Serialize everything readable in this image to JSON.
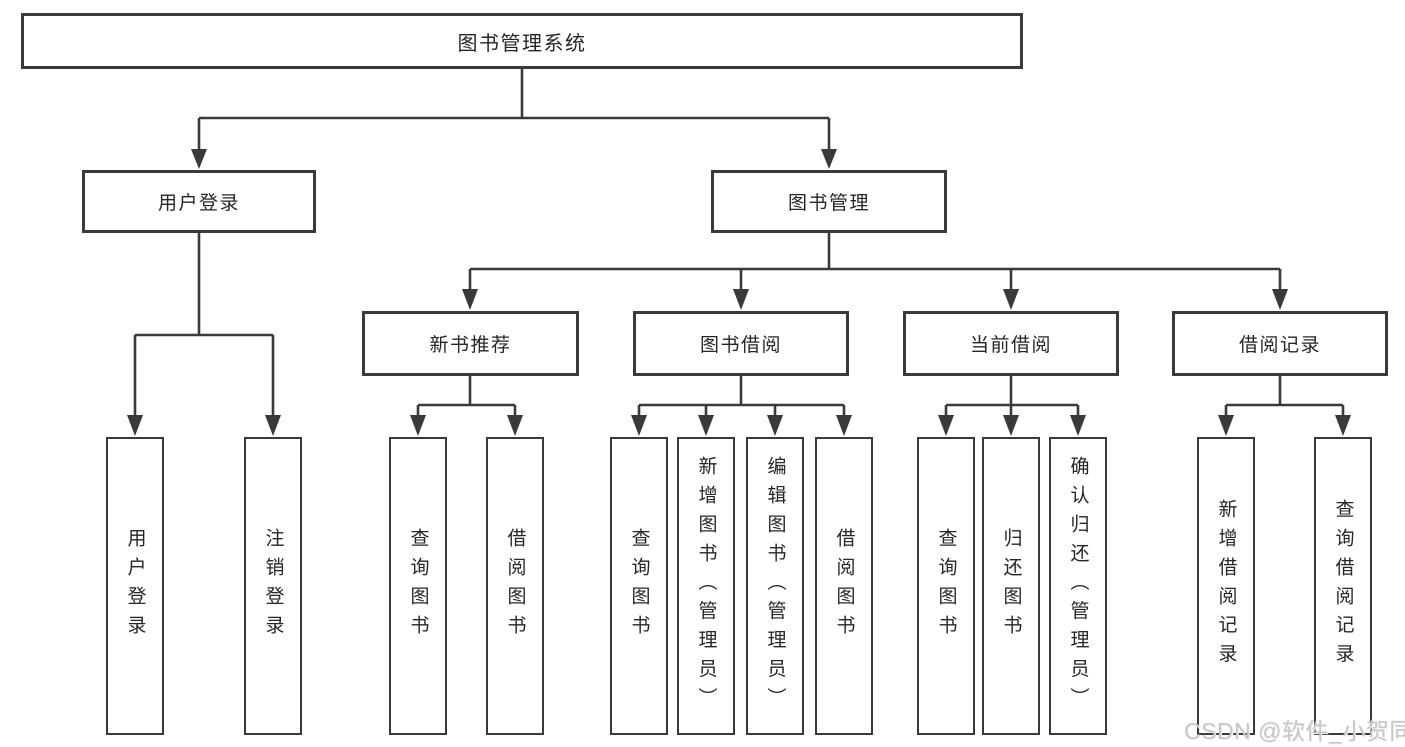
{
  "tree": {
    "root": {
      "label": "图书管理系统",
      "children": [
        {
          "label": "用户登录",
          "children": [
            {
              "label": "用户登录"
            },
            {
              "label": "注销登录"
            }
          ]
        },
        {
          "label": "图书管理",
          "children": [
            {
              "label": "新书推荐",
              "children": [
                {
                  "label": "查询图书"
                },
                {
                  "label": "借阅图书"
                }
              ]
            },
            {
              "label": "图书借阅",
              "children": [
                {
                  "label": "查询图书"
                },
                {
                  "label": "新增图书（管理员）"
                },
                {
                  "label": "编辑图书（管理员）"
                },
                {
                  "label": "借阅图书"
                }
              ]
            },
            {
              "label": "当前借阅",
              "children": [
                {
                  "label": "查询图书"
                },
                {
                  "label": "归还图书"
                },
                {
                  "label": "确认归还（管理员）"
                }
              ]
            },
            {
              "label": "借阅记录",
              "children": [
                {
                  "label": "新增借阅记录"
                },
                {
                  "label": "查询借阅记录"
                }
              ]
            }
          ]
        }
      ]
    }
  },
  "watermark": "CSDN @软件_小贺同学",
  "colors": {
    "line": "#3a3a3a",
    "text": "#262626",
    "background": "#ffffff",
    "watermark": "#c6c6c6"
  }
}
